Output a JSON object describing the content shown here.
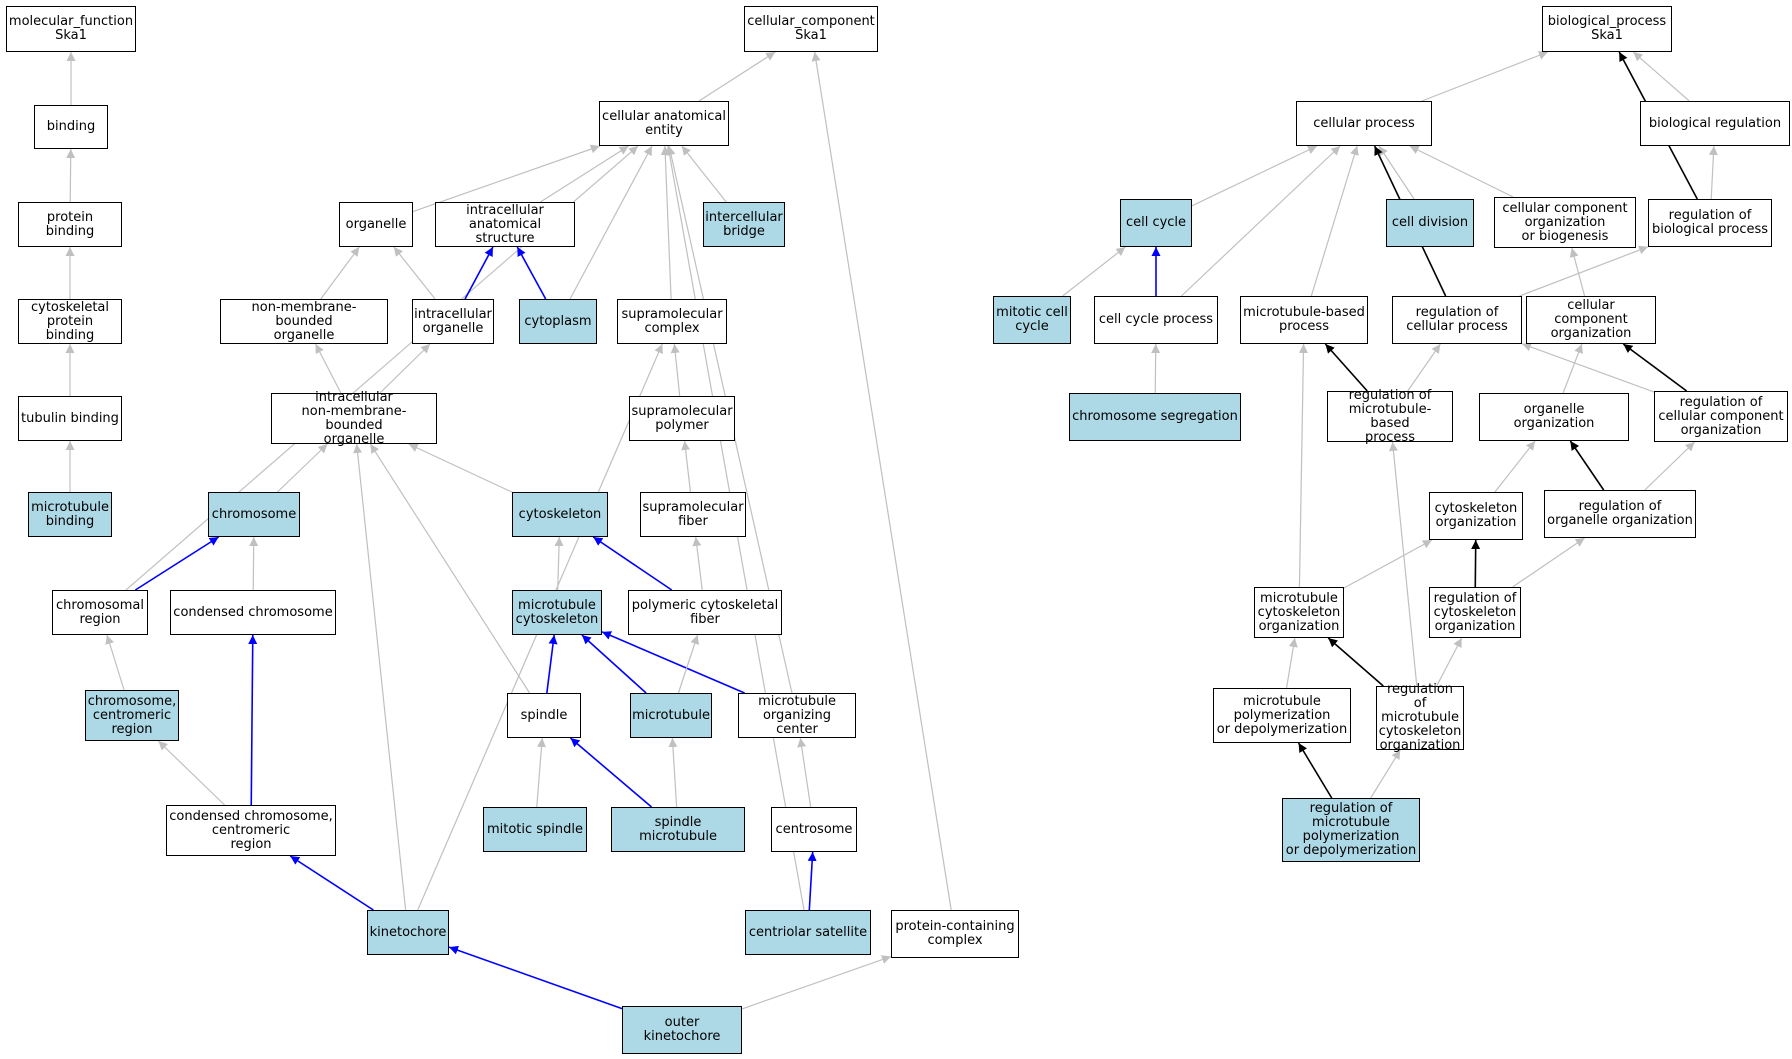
{
  "colors": {
    "highlight": "#add8e6",
    "edge_default": "#c0c0c0",
    "edge_blue": "#0000ff",
    "edge_black": "#000000"
  },
  "nodes": [
    {
      "id": "mf",
      "label": "molecular_function\nSka1",
      "hl": false
    },
    {
      "id": "binding",
      "label": "binding",
      "hl": false
    },
    {
      "id": "prot_binding",
      "label": "protein binding",
      "hl": false
    },
    {
      "id": "cytoskel_prot_binding",
      "label": "cytoskeletal\nprotein binding",
      "hl": false
    },
    {
      "id": "tubulin_binding",
      "label": "tubulin binding",
      "hl": false
    },
    {
      "id": "mt_binding",
      "label": "microtubule\nbinding",
      "hl": true
    },
    {
      "id": "cc",
      "label": "cellular_component\nSka1",
      "hl": false
    },
    {
      "id": "cae",
      "label": "cellular anatomical\nentity",
      "hl": false
    },
    {
      "id": "organelle",
      "label": "organelle",
      "hl": false
    },
    {
      "id": "ias",
      "label": "intracellular\nanatomical structure",
      "hl": false
    },
    {
      "id": "icb",
      "label": "intercellular\nbridge",
      "hl": true
    },
    {
      "id": "nmbo",
      "label": "non-membrane-bounded\norganelle",
      "hl": false
    },
    {
      "id": "ico",
      "label": "intracellular\norganelle",
      "hl": false
    },
    {
      "id": "cytoplasm",
      "label": "cytoplasm",
      "hl": true
    },
    {
      "id": "smc",
      "label": "supramolecular\ncomplex",
      "hl": false
    },
    {
      "id": "inmbo",
      "label": "intracellular\nnon-membrane-bounded\norganelle",
      "hl": false
    },
    {
      "id": "smp",
      "label": "supramolecular\npolymer",
      "hl": false
    },
    {
      "id": "chromosome",
      "label": "chromosome",
      "hl": true
    },
    {
      "id": "cytoskeleton",
      "label": "cytoskeleton",
      "hl": true
    },
    {
      "id": "smf",
      "label": "supramolecular\nfiber",
      "hl": false
    },
    {
      "id": "chrom_region",
      "label": "chromosomal\nregion",
      "hl": false
    },
    {
      "id": "cond_chrom",
      "label": "condensed chromosome",
      "hl": false
    },
    {
      "id": "mt_cytoskel",
      "label": "microtubule\ncytoskeleton",
      "hl": true
    },
    {
      "id": "pcf",
      "label": "polymeric cytoskeletal\nfiber",
      "hl": false
    },
    {
      "id": "chrom_cent",
      "label": "chromosome,\ncentromeric\nregion",
      "hl": true
    },
    {
      "id": "spindle",
      "label": "spindle",
      "hl": false
    },
    {
      "id": "microtubule",
      "label": "microtubule",
      "hl": true
    },
    {
      "id": "mtoc",
      "label": "microtubule\norganizing center",
      "hl": false
    },
    {
      "id": "cond_chrom_cent",
      "label": "condensed chromosome,\ncentromeric\nregion",
      "hl": false
    },
    {
      "id": "mitotic_spindle",
      "label": "mitotic spindle",
      "hl": true
    },
    {
      "id": "spindle_mt",
      "label": "spindle microtubule",
      "hl": true
    },
    {
      "id": "centrosome",
      "label": "centrosome",
      "hl": false
    },
    {
      "id": "kinetochore",
      "label": "kinetochore",
      "hl": true
    },
    {
      "id": "centriolar_sat",
      "label": "centriolar satellite",
      "hl": true
    },
    {
      "id": "pcc",
      "label": "protein-containing\ncomplex",
      "hl": false
    },
    {
      "id": "outer_kin",
      "label": "outer kinetochore",
      "hl": true
    },
    {
      "id": "bp",
      "label": "biological_process\nSka1",
      "hl": false
    },
    {
      "id": "cell_proc",
      "label": "cellular process",
      "hl": false
    },
    {
      "id": "bio_reg",
      "label": "biological regulation",
      "hl": false
    },
    {
      "id": "cell_cycle",
      "label": "cell cycle",
      "hl": true
    },
    {
      "id": "cell_div",
      "label": "cell division",
      "hl": true
    },
    {
      "id": "ccob",
      "label": "cellular component\norganization\nor biogenesis",
      "hl": false
    },
    {
      "id": "reg_bp",
      "label": "regulation of\nbiological process",
      "hl": false
    },
    {
      "id": "mit_cc",
      "label": "mitotic cell\ncycle",
      "hl": true
    },
    {
      "id": "ccp",
      "label": "cell cycle process",
      "hl": false
    },
    {
      "id": "mtbp",
      "label": "microtubule-based\nprocess",
      "hl": false
    },
    {
      "id": "reg_cp",
      "label": "regulation of\ncellular process",
      "hl": false
    },
    {
      "id": "cco",
      "label": "cellular component\norganization",
      "hl": false
    },
    {
      "id": "chrom_seg",
      "label": "chromosome segregation",
      "hl": true
    },
    {
      "id": "reg_mtbp",
      "label": "regulation of\nmicrotubule-based\nprocess",
      "hl": false
    },
    {
      "id": "org_org",
      "label": "organelle organization",
      "hl": false
    },
    {
      "id": "reg_cco",
      "label": "regulation of\ncellular component\norganization",
      "hl": false
    },
    {
      "id": "cytoskel_org",
      "label": "cytoskeleton\norganization",
      "hl": false
    },
    {
      "id": "reg_org_org",
      "label": "regulation of\norganelle organization",
      "hl": false
    },
    {
      "id": "mt_cytoskel_org",
      "label": "microtubule\ncytoskeleton\norganization",
      "hl": false
    },
    {
      "id": "reg_cytoskel_org",
      "label": "regulation of\ncytoskeleton\norganization",
      "hl": false
    },
    {
      "id": "mt_poly",
      "label": "microtubule\npolymerization\nor depolymerization",
      "hl": false
    },
    {
      "id": "reg_mt_cytoskel_org",
      "label": "regulation of\nmicrotubule\ncytoskeleton\norganization",
      "hl": false
    },
    {
      "id": "reg_mt_poly",
      "label": "regulation of\nmicrotubule\npolymerization\nor depolymerization",
      "hl": true
    }
  ],
  "edges": [
    [
      "binding",
      "mf",
      "gray"
    ],
    [
      "prot_binding",
      "binding",
      "gray"
    ],
    [
      "cytoskel_prot_binding",
      "prot_binding",
      "gray"
    ],
    [
      "tubulin_binding",
      "cytoskel_prot_binding",
      "gray"
    ],
    [
      "mt_binding",
      "tubulin_binding",
      "gray"
    ],
    [
      "cae",
      "cc",
      "gray"
    ],
    [
      "pcc",
      "cc",
      "gray"
    ],
    [
      "organelle",
      "cae",
      "gray"
    ],
    [
      "ias",
      "cae",
      "gray"
    ],
    [
      "icb",
      "cae",
      "gray"
    ],
    [
      "cytoplasm",
      "cae",
      "gray"
    ],
    [
      "smc",
      "cae",
      "gray"
    ],
    [
      "chrom_region",
      "cae",
      "gray"
    ],
    [
      "mtoc",
      "cae",
      "gray"
    ],
    [
      "centriolar_sat",
      "cae",
      "gray"
    ],
    [
      "nmbo",
      "organelle",
      "gray"
    ],
    [
      "ico",
      "organelle",
      "gray"
    ],
    [
      "ico",
      "ias",
      "blue"
    ],
    [
      "cytoplasm",
      "ias",
      "blue"
    ],
    [
      "inmbo",
      "nmbo",
      "gray"
    ],
    [
      "inmbo",
      "ico",
      "gray"
    ],
    [
      "chromosome",
      "inmbo",
      "gray"
    ],
    [
      "cytoskeleton",
      "inmbo",
      "gray"
    ],
    [
      "spindle",
      "inmbo",
      "gray"
    ],
    [
      "kinetochore",
      "inmbo",
      "gray"
    ],
    [
      "smp",
      "smc",
      "gray"
    ],
    [
      "kinetochore",
      "smc",
      "gray"
    ],
    [
      "smf",
      "smp",
      "gray"
    ],
    [
      "pcf",
      "smf",
      "gray"
    ],
    [
      "chrom_region",
      "chromosome",
      "blue"
    ],
    [
      "cond_chrom",
      "chromosome",
      "gray"
    ],
    [
      "mt_cytoskel",
      "cytoskeleton",
      "gray"
    ],
    [
      "pcf",
      "cytoskeleton",
      "blue"
    ],
    [
      "chrom_cent",
      "chrom_region",
      "gray"
    ],
    [
      "cond_chrom_cent",
      "cond_chrom",
      "blue"
    ],
    [
      "spindle",
      "mt_cytoskel",
      "blue"
    ],
    [
      "microtubule",
      "mt_cytoskel",
      "blue"
    ],
    [
      "mtoc",
      "mt_cytoskel",
      "blue"
    ],
    [
      "microtubule",
      "pcf",
      "gray"
    ],
    [
      "cond_chrom_cent",
      "chrom_cent",
      "gray"
    ],
    [
      "mitotic_spindle",
      "spindle",
      "gray"
    ],
    [
      "spindle_mt",
      "spindle",
      "blue"
    ],
    [
      "spindle_mt",
      "microtubule",
      "gray"
    ],
    [
      "centrosome",
      "mtoc",
      "gray"
    ],
    [
      "kinetochore",
      "cond_chrom_cent",
      "blue"
    ],
    [
      "centriolar_sat",
      "centrosome",
      "blue"
    ],
    [
      "outer_kin",
      "kinetochore",
      "blue"
    ],
    [
      "outer_kin",
      "pcc",
      "gray"
    ],
    [
      "cell_proc",
      "bp",
      "gray"
    ],
    [
      "bio_reg",
      "bp",
      "gray"
    ],
    [
      "reg_bp",
      "bp",
      "black"
    ],
    [
      "cell_cycle",
      "cell_proc",
      "gray"
    ],
    [
      "cell_div",
      "cell_proc",
      "gray"
    ],
    [
      "ccob",
      "cell_proc",
      "gray"
    ],
    [
      "ccp",
      "cell_proc",
      "gray"
    ],
    [
      "mtbp",
      "cell_proc",
      "gray"
    ],
    [
      "reg_cp",
      "cell_proc",
      "black"
    ],
    [
      "reg_bp",
      "bio_reg",
      "gray"
    ],
    [
      "mit_cc",
      "cell_cycle",
      "gray"
    ],
    [
      "ccp",
      "cell_cycle",
      "blue"
    ],
    [
      "reg_cp",
      "reg_bp",
      "gray"
    ],
    [
      "cco",
      "ccob",
      "gray"
    ],
    [
      "chrom_seg",
      "ccp",
      "gray"
    ],
    [
      "mt_cytoskel_org",
      "mtbp",
      "gray"
    ],
    [
      "reg_mtbp",
      "mtbp",
      "black"
    ],
    [
      "reg_mtbp",
      "reg_cp",
      "gray"
    ],
    [
      "reg_cco",
      "reg_cp",
      "gray"
    ],
    [
      "org_org",
      "cco",
      "gray"
    ],
    [
      "reg_cco",
      "cco",
      "black"
    ],
    [
      "reg_mt_cytoskel_org",
      "reg_mtbp",
      "gray"
    ],
    [
      "cytoskel_org",
      "org_org",
      "gray"
    ],
    [
      "reg_org_org",
      "org_org",
      "black"
    ],
    [
      "reg_org_org",
      "reg_cco",
      "gray"
    ],
    [
      "mt_cytoskel_org",
      "cytoskel_org",
      "gray"
    ],
    [
      "reg_cytoskel_org",
      "cytoskel_org",
      "black"
    ],
    [
      "reg_cytoskel_org",
      "reg_org_org",
      "gray"
    ],
    [
      "mt_poly",
      "mt_cytoskel_org",
      "gray"
    ],
    [
      "reg_mt_cytoskel_org",
      "mt_cytoskel_org",
      "black"
    ],
    [
      "reg_mt_cytoskel_org",
      "reg_cytoskel_org",
      "gray"
    ],
    [
      "reg_mt_poly",
      "mt_poly",
      "black"
    ],
    [
      "reg_mt_poly",
      "reg_mt_cytoskel_org",
      "gray"
    ]
  ]
}
